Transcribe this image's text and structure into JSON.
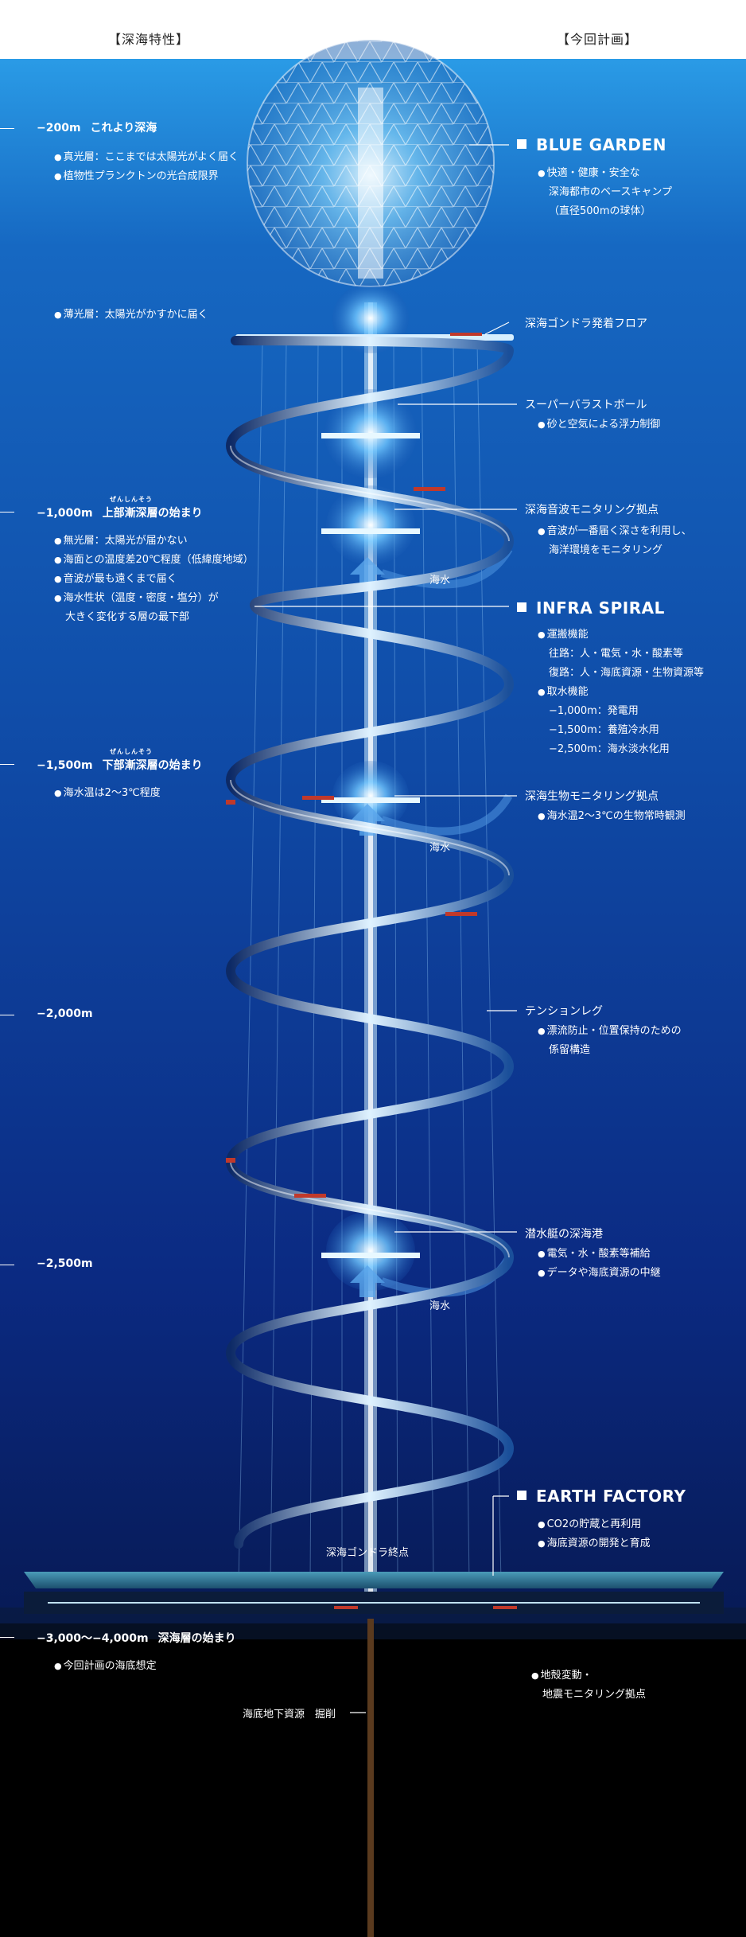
{
  "header": {
    "left_title": "【深海特性】",
    "right_title": "【今回計画】"
  },
  "depth_markers": [
    {
      "depth": "−200m",
      "label": "これより深海",
      "ruby": ""
    },
    {
      "depth": "−1,000m",
      "label": "上部漸深層の始まり",
      "ruby": "ぜんしんそう"
    },
    {
      "depth": "−1,500m",
      "label": "下部漸深層の始まり",
      "ruby": "ぜんしんそう"
    },
    {
      "depth": "−2,000m",
      "label": "",
      "ruby": ""
    },
    {
      "depth": "−2,500m",
      "label": "",
      "ruby": ""
    },
    {
      "depth": "−3,000〜−4,000m",
      "label": "深海層の始まり",
      "ruby": ""
    }
  ],
  "left_notes": {
    "surface": [
      "真光層：ここまでは太陽光がよく届く",
      "植物性プランクトンの光合成限界"
    ],
    "twilight": [
      "薄光層：太陽光がかすかに届く"
    ],
    "aphotic": [
      "無光層：太陽光が届かない",
      "海面との温度差20℃程度（低緯度地域）",
      "音波が最も遠くまで届く",
      "海水性状（温度・密度・塩分）が",
      "大きく変化する層の最下部"
    ],
    "deep1500": [
      "海水温は2〜3℃程度"
    ],
    "seabed": [
      "今回計画の海底想定"
    ]
  },
  "sections": {
    "blue_garden": {
      "title": "BLUE GARDEN",
      "notes": [
        "快適・健康・安全な",
        "深海都市のベースキャンプ",
        "（直径500mの球体）"
      ]
    },
    "infra_spiral": {
      "title": "INFRA SPIRAL",
      "notes": [
        "運搬機能",
        "往路：人・電気・水・酸素等",
        "復路：人・海底資源・生物資源等",
        "取水機能",
        "−1,000m：発電用",
        "−1,500m：養殖冷水用",
        "−2,500m：海水淡水化用"
      ]
    },
    "earth_factory": {
      "title": "EARTH FACTORY",
      "notes": [
        "CO2の貯蔵と再利用",
        "海底資源の開発と育成"
      ]
    }
  },
  "callouts": {
    "gondola_floor": "深海ゴンドラ発着フロア",
    "ballast": "スーパーバラストボール",
    "ballast_note": "砂と空気による浮力制御",
    "sonar": "深海音波モニタリング拠点",
    "sonar_notes": [
      "音波が一番届く深さを利用し、",
      "海洋環境をモニタリング"
    ],
    "bio": "深海生物モニタリング拠点",
    "bio_note": "海水温2〜3℃の生物常時観測",
    "tension": "テンションレグ",
    "tension_notes": [
      "漂流防止・位置保持のための",
      "係留構造"
    ],
    "port": "潜水艇の深海港",
    "port_notes": [
      "電気・水・酸素等補給",
      "データや海底資源の中継"
    ],
    "gondola_end": "深海ゴンドラ終点",
    "quake": [
      "地殻変動・",
      "地震モニタリング拠点"
    ],
    "mining": "海底地下資源　掘削"
  },
  "seawater_label": "海水",
  "colors": {
    "sky": "#ffffff",
    "ocean_top": "#1c7fd0",
    "ocean_mid": "#0f4fa8",
    "ocean_deep": "#0a2470",
    "seabed": "#000000",
    "glow": "#bfe8ff",
    "accent_red": "#c0392b"
  }
}
